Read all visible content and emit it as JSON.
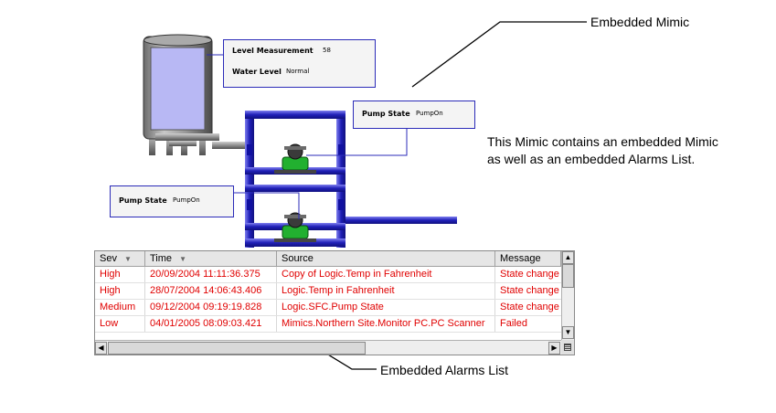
{
  "callouts": {
    "embedded_mimic": "Embedded Mimic",
    "embedded_alarms_list": "Embedded Alarms List"
  },
  "description": {
    "line1": "This Mimic contains an embedded Mimic",
    "line2": "as well as an embedded Alarms List."
  },
  "tank_info": {
    "level_label": "Level Measurement",
    "level_value": "58",
    "water_label": "Water Level",
    "water_value": "Normal"
  },
  "pump_top": {
    "label": "Pump State",
    "value": "PumpOn"
  },
  "pump_bottom": {
    "label": "Pump State",
    "value": "PumpOn"
  },
  "alarms": {
    "columns": [
      "Sev",
      "Time",
      "Source",
      "Message"
    ],
    "rows": [
      {
        "sev": "High",
        "time": "20/09/2004 11:11:36.375",
        "source": "Copy of Logic.Temp in Fahrenheit",
        "message": "State change"
      },
      {
        "sev": "High",
        "time": "28/07/2004 14:06:43.406",
        "source": "Logic.Temp in Fahrenheit",
        "message": "State change"
      },
      {
        "sev": "Medium",
        "time": "09/12/2004 09:19:19.828",
        "source": "Logic.SFC.Pump State",
        "message": "State change"
      },
      {
        "sev": "Low",
        "time": "04/01/2005 08:09:03.421",
        "source": "Mimics.Northern Site.Monitor PC.PC Scanner",
        "message": "Failed"
      }
    ]
  },
  "colors": {
    "pipe": "#3a3ad0",
    "tank_fill": "#b8b8f4",
    "pump": "#22b030",
    "alarm_text": "#e00000",
    "box_border": "#2b2bb8"
  }
}
